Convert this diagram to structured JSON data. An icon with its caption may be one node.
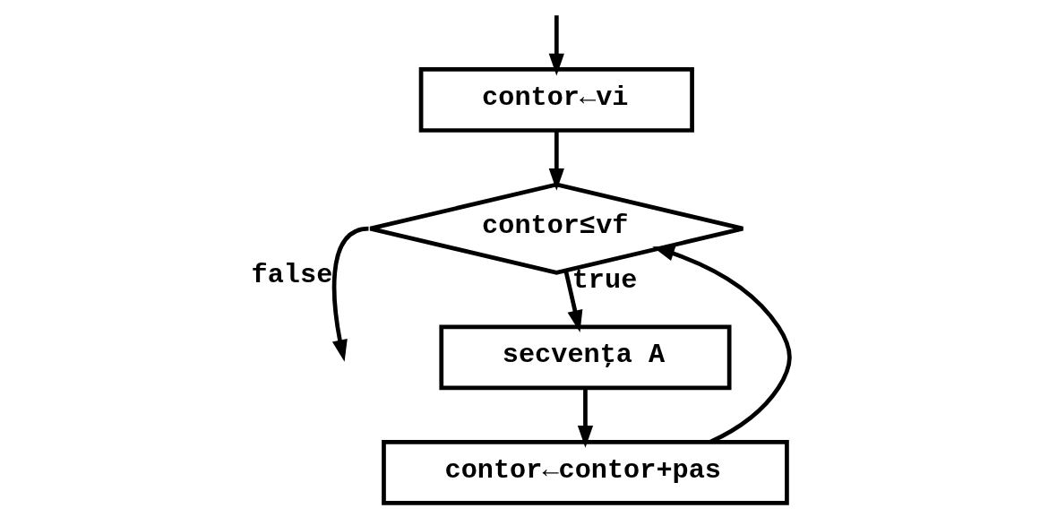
{
  "diagram": {
    "nodes": [
      {
        "text": [
          "contor←vi"
        ]
      },
      {
        "text": [
          "contor≤vf"
        ]
      },
      {
        "text": [
          "secvenţa A"
        ]
      },
      {
        "text": [
          "contor←contor+pas"
        ]
      }
    ],
    "edges": [
      {
        "from": null,
        "to": 0,
        "arrow": "to"
      },
      {
        "from": 0,
        "to": 1,
        "arrow": "to"
      },
      {
        "from": 1,
        "to": null,
        "arrow": "to",
        "label": "false"
      },
      {
        "from": 1,
        "to": 2,
        "arrow": "to",
        "label": "true"
      },
      {
        "from": 2,
        "to": 3,
        "arrow": "to"
      },
      {
        "from": 3,
        "to": 1,
        "arrow": "to"
      }
    ]
  }
}
